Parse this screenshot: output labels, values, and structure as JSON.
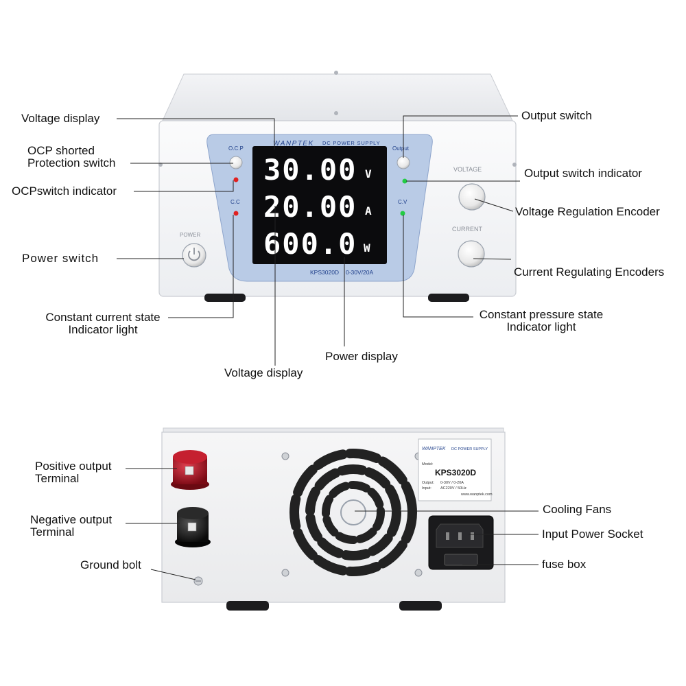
{
  "front_panel": {
    "brand": "WANPTEK",
    "subtitle": "DC POWER SUPPLY",
    "ocp_label": "O.C.P",
    "cc_label": "C.C",
    "output_label": "Output",
    "cv_label": "C.V",
    "power_label": "POWER",
    "voltage_knob_label": "VOLTAGE",
    "current_knob_label": "CURRENT",
    "display": {
      "voltage_value": "30.00",
      "voltage_unit": "V",
      "current_value": "20.00",
      "current_unit": "A",
      "power_value": "600.0",
      "power_unit": "W"
    },
    "model": "KPS3020D",
    "rating": "0-30V/20A",
    "led_colors": {
      "ocp": "#e02020",
      "cc": "#e02020",
      "output": "#22cc44",
      "cv": "#22cc44"
    }
  },
  "rear_panel": {
    "nameplate": {
      "brand": "WANPTEK",
      "subtitle": "DC POWER SUPPLY",
      "model_label": "Model:",
      "model": "KPS3020D",
      "output_label": "Output:",
      "output_value": "0-30V / 0-20A",
      "input_label": "Input:",
      "input_value": "AC220V / 50Hz",
      "website": "www.wanptek.com"
    },
    "terminal_colors": {
      "positive": "#b01020",
      "negative": "#1a1a1a"
    }
  },
  "callouts": {
    "front": [
      {
        "id": "voltage-display-top",
        "text": [
          "Voltage display"
        ]
      },
      {
        "id": "ocp-shorted-protection-switch",
        "text": [
          "OCP shorted",
          "Protection switch"
        ]
      },
      {
        "id": "ocp-switch-indicator",
        "text": [
          "OCPswitch indicator"
        ]
      },
      {
        "id": "power-switch",
        "text": [
          "Power switch"
        ]
      },
      {
        "id": "constant-current-indicator",
        "text": [
          "Constant current state",
          "Indicator light"
        ]
      },
      {
        "id": "output-switch",
        "text": [
          "Output switch"
        ]
      },
      {
        "id": "output-switch-indicator",
        "text": [
          "Output switch indicator"
        ]
      },
      {
        "id": "voltage-regulation-encoder",
        "text": [
          "Voltage Regulation Encoder"
        ]
      },
      {
        "id": "current-regulating-encoders",
        "text": [
          "Current Regulating Encoders"
        ]
      },
      {
        "id": "constant-pressure-indicator",
        "text": [
          "Constant pressure state",
          "Indicator light"
        ]
      },
      {
        "id": "power-display",
        "text": [
          "Power display"
        ]
      },
      {
        "id": "voltage-display-bottom",
        "text": [
          "Voltage display"
        ]
      }
    ],
    "rear": [
      {
        "id": "positive-output-terminal",
        "text": [
          "Positive output",
          "Terminal"
        ]
      },
      {
        "id": "negative-output-terminal",
        "text": [
          "Negative output",
          "Terminal"
        ]
      },
      {
        "id": "ground-bolt",
        "text": [
          "Ground bolt"
        ]
      },
      {
        "id": "cooling-fans",
        "text": [
          "Cooling Fans"
        ]
      },
      {
        "id": "input-power-socket",
        "text": [
          "Input Power Socket"
        ]
      },
      {
        "id": "fuse-box",
        "text": [
          "fuse box"
        ]
      }
    ]
  }
}
